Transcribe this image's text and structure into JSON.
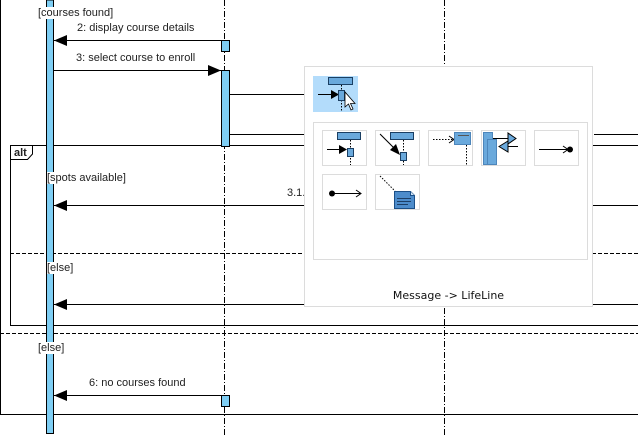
{
  "diagram": {
    "type": "sequence",
    "guards": {
      "courses_found": "[courses found]",
      "spots_available": "[spots available]",
      "else_inner": "[else]",
      "else_outer": "[else]"
    },
    "fragment_operator": "alt",
    "messages": [
      {
        "id": "2",
        "label": "2: display course details",
        "direction": "return-left"
      },
      {
        "id": "3",
        "label": "3: select course to enroll",
        "direction": "call-right"
      },
      {
        "id": "3.1",
        "label": "3.1.",
        "direction": "return-left"
      },
      {
        "id": "6",
        "label": "6: no courses found",
        "direction": "return-left"
      }
    ],
    "colors": {
      "activation": "#7ecef4",
      "line": "#000000",
      "popup_selected": "#b3dcfb",
      "icon_blue": "#6aa9dc"
    }
  },
  "popup": {
    "caption": "Message -> LifeLine",
    "selected_tool": "message-to-lifeline",
    "tools": [
      {
        "name": "message-to-lifeline"
      },
      {
        "name": "create-message"
      },
      {
        "name": "message-to-activation"
      },
      {
        "name": "duration-message"
      },
      {
        "name": "lost-message"
      },
      {
        "name": "found-message"
      },
      {
        "name": "note"
      }
    ]
  }
}
